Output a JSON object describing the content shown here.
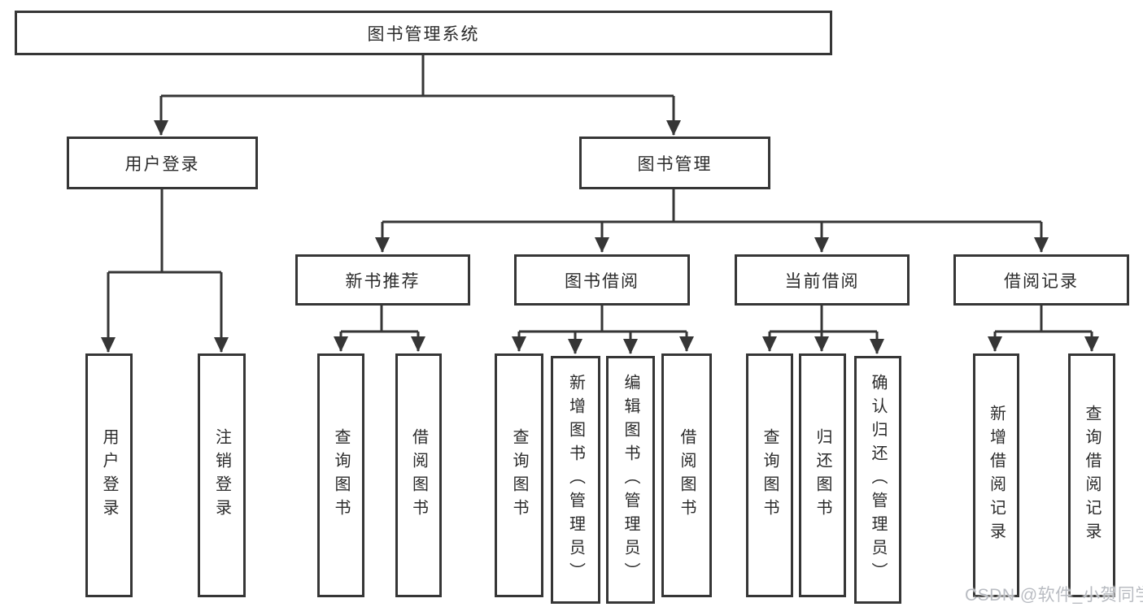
{
  "tree": {
    "label": "图书管理系统",
    "children": [
      {
        "label": "用户登录",
        "children": [
          {
            "label": "用户登录"
          },
          {
            "label": "注销登录"
          }
        ]
      },
      {
        "label": "图书管理",
        "children": [
          {
            "label": "新书推荐",
            "children": [
              {
                "label": "查询图书"
              },
              {
                "label": "借阅图书"
              }
            ]
          },
          {
            "label": "图书借阅",
            "children": [
              {
                "label": "查询图书"
              },
              {
                "label": "新增图书（管理员）"
              },
              {
                "label": "编辑图书（管理员）"
              },
              {
                "label": "借阅图书"
              }
            ]
          },
          {
            "label": "当前借阅",
            "children": [
              {
                "label": "查询图书"
              },
              {
                "label": "归还图书"
              },
              {
                "label": "确认归还（管理员）"
              }
            ]
          },
          {
            "label": "借阅记录",
            "children": [
              {
                "label": "新增借阅记录"
              },
              {
                "label": "查询借阅记录"
              }
            ]
          }
        ]
      }
    ]
  },
  "watermark": {
    "text": "CSDN @软件_小贺同学",
    "color": "#b9bcc2"
  },
  "style": {
    "line_color": "#363636",
    "box_fill": "#ffffff",
    "text_color": "#2b2b2b"
  }
}
